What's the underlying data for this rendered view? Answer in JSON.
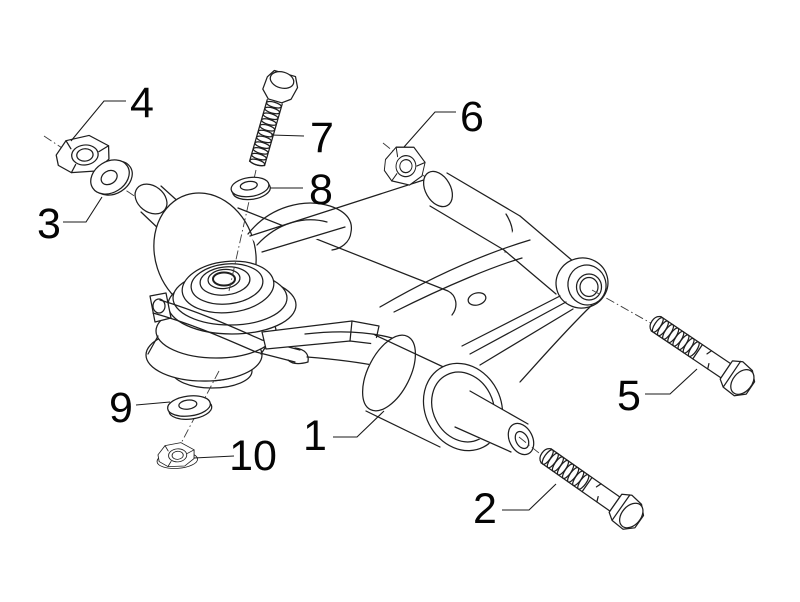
{
  "diagram": {
    "kind": "exploded-parts-line-drawing",
    "line_color": "#1f1f1f",
    "background_color": "#ffffff"
  },
  "callouts": [
    {
      "label": "1",
      "part": "silent-block-bushing-assembly"
    },
    {
      "label": "2",
      "part": "hex-bolt-lower"
    },
    {
      "label": "3",
      "part": "washer-left"
    },
    {
      "label": "4",
      "part": "hex-nut-left"
    },
    {
      "label": "5",
      "part": "hex-bolt-rear"
    },
    {
      "label": "6",
      "part": "hex-nut-top"
    },
    {
      "label": "7",
      "part": "hex-bolt-top"
    },
    {
      "label": "8",
      "part": "washer-top"
    },
    {
      "label": "9",
      "part": "washer-bottom"
    },
    {
      "label": "10",
      "part": "hex-nut-bottom"
    }
  ]
}
